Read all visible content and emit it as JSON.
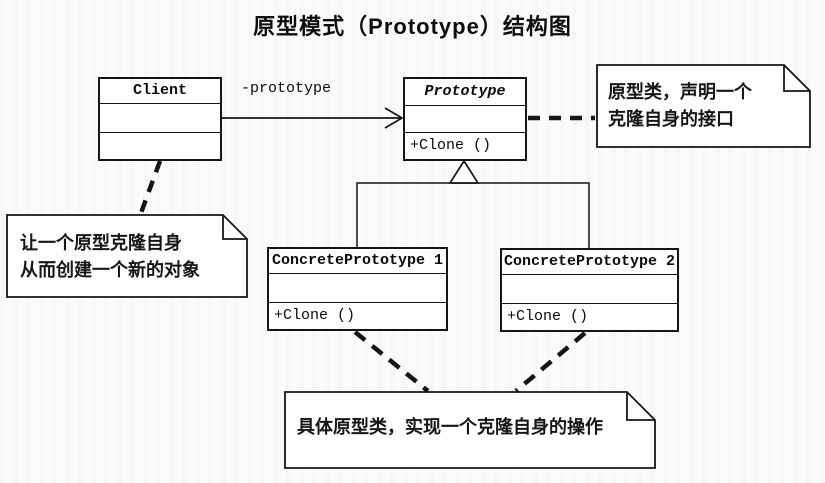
{
  "title": "原型模式（Prototype）结构图",
  "diagram": {
    "classes": [
      {
        "id": "client",
        "name": "Client",
        "attributes": "",
        "methods": ""
      },
      {
        "id": "prototype",
        "name": "Prototype",
        "attributes": "",
        "methods": "+Clone ()"
      },
      {
        "id": "concrete1",
        "name": "ConcretePrototype 1",
        "attributes": "",
        "methods": "+Clone ()"
      },
      {
        "id": "concrete2",
        "name": "ConcretePrototype 2",
        "attributes": "",
        "methods": "+Clone ()"
      }
    ],
    "association": {
      "label": "-prototype",
      "from": "Client",
      "to": "Prototype"
    },
    "notes": [
      {
        "id": "prototype-note",
        "lines": [
          "原型类，声明一个",
          "克隆自身的接口"
        ],
        "attached_to": "Prototype"
      },
      {
        "id": "client-note",
        "lines": [
          "让一个原型克隆自身",
          "从而创建一个新的对象"
        ],
        "attached_to": "Client"
      },
      {
        "id": "concrete-note",
        "lines": [
          "具体原型类，实现一个克隆自身的操作"
        ],
        "attached_to": "ConcretePrototype 1, ConcretePrototype 2"
      }
    ]
  },
  "colors": {
    "line": "#151515",
    "background": "#fbfbf9",
    "fill": "#fdfdfb"
  }
}
